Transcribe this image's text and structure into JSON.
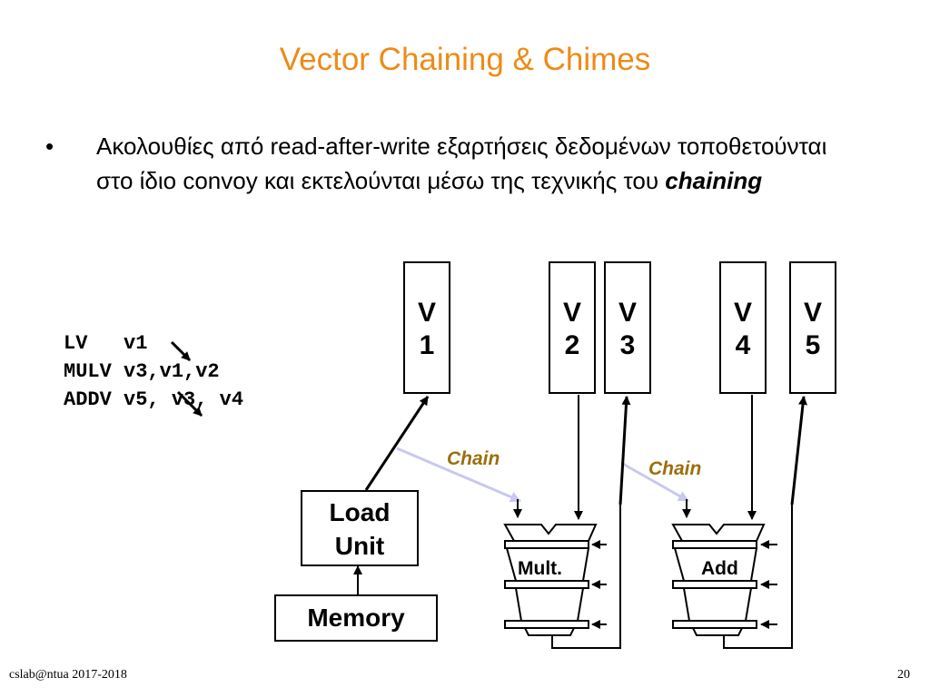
{
  "slide": {
    "title": "Vector Chaining & Chimes",
    "bullet_symbol": "•",
    "bullet_text_before": "Ακολουθίες από read-after-write εξαρτήσεις δεδομένων τοποθετούνται στο ίδιο convoy και εκτελούνται μέσω της τεχνικής του ",
    "bullet_emphasis": "chaining",
    "footer_left": "cslab@ntua 2017-2018",
    "page_number": "20"
  },
  "code": {
    "lines": [
      "LV   v1",
      "MULV v3,v1,v2",
      "ADDV v5, v3, v4"
    ]
  },
  "diagram": {
    "registers": [
      {
        "letter": "V",
        "index": "1"
      },
      {
        "letter": "V",
        "index": "2"
      },
      {
        "letter": "V",
        "index": "3"
      },
      {
        "letter": "V",
        "index": "4"
      },
      {
        "letter": "V",
        "index": "5"
      }
    ],
    "load_unit_line1": "Load",
    "load_unit_line2": "Unit",
    "memory_label": "Memory",
    "chain_label_1": "Chain",
    "chain_label_2": "Chain",
    "mult_label": "Mult.",
    "add_label": "Add",
    "colors": {
      "title": "#ed8b17",
      "chain_text": "#9c6e0b",
      "chain_arrow": "#c8c8f0",
      "lines": "#000000"
    }
  }
}
